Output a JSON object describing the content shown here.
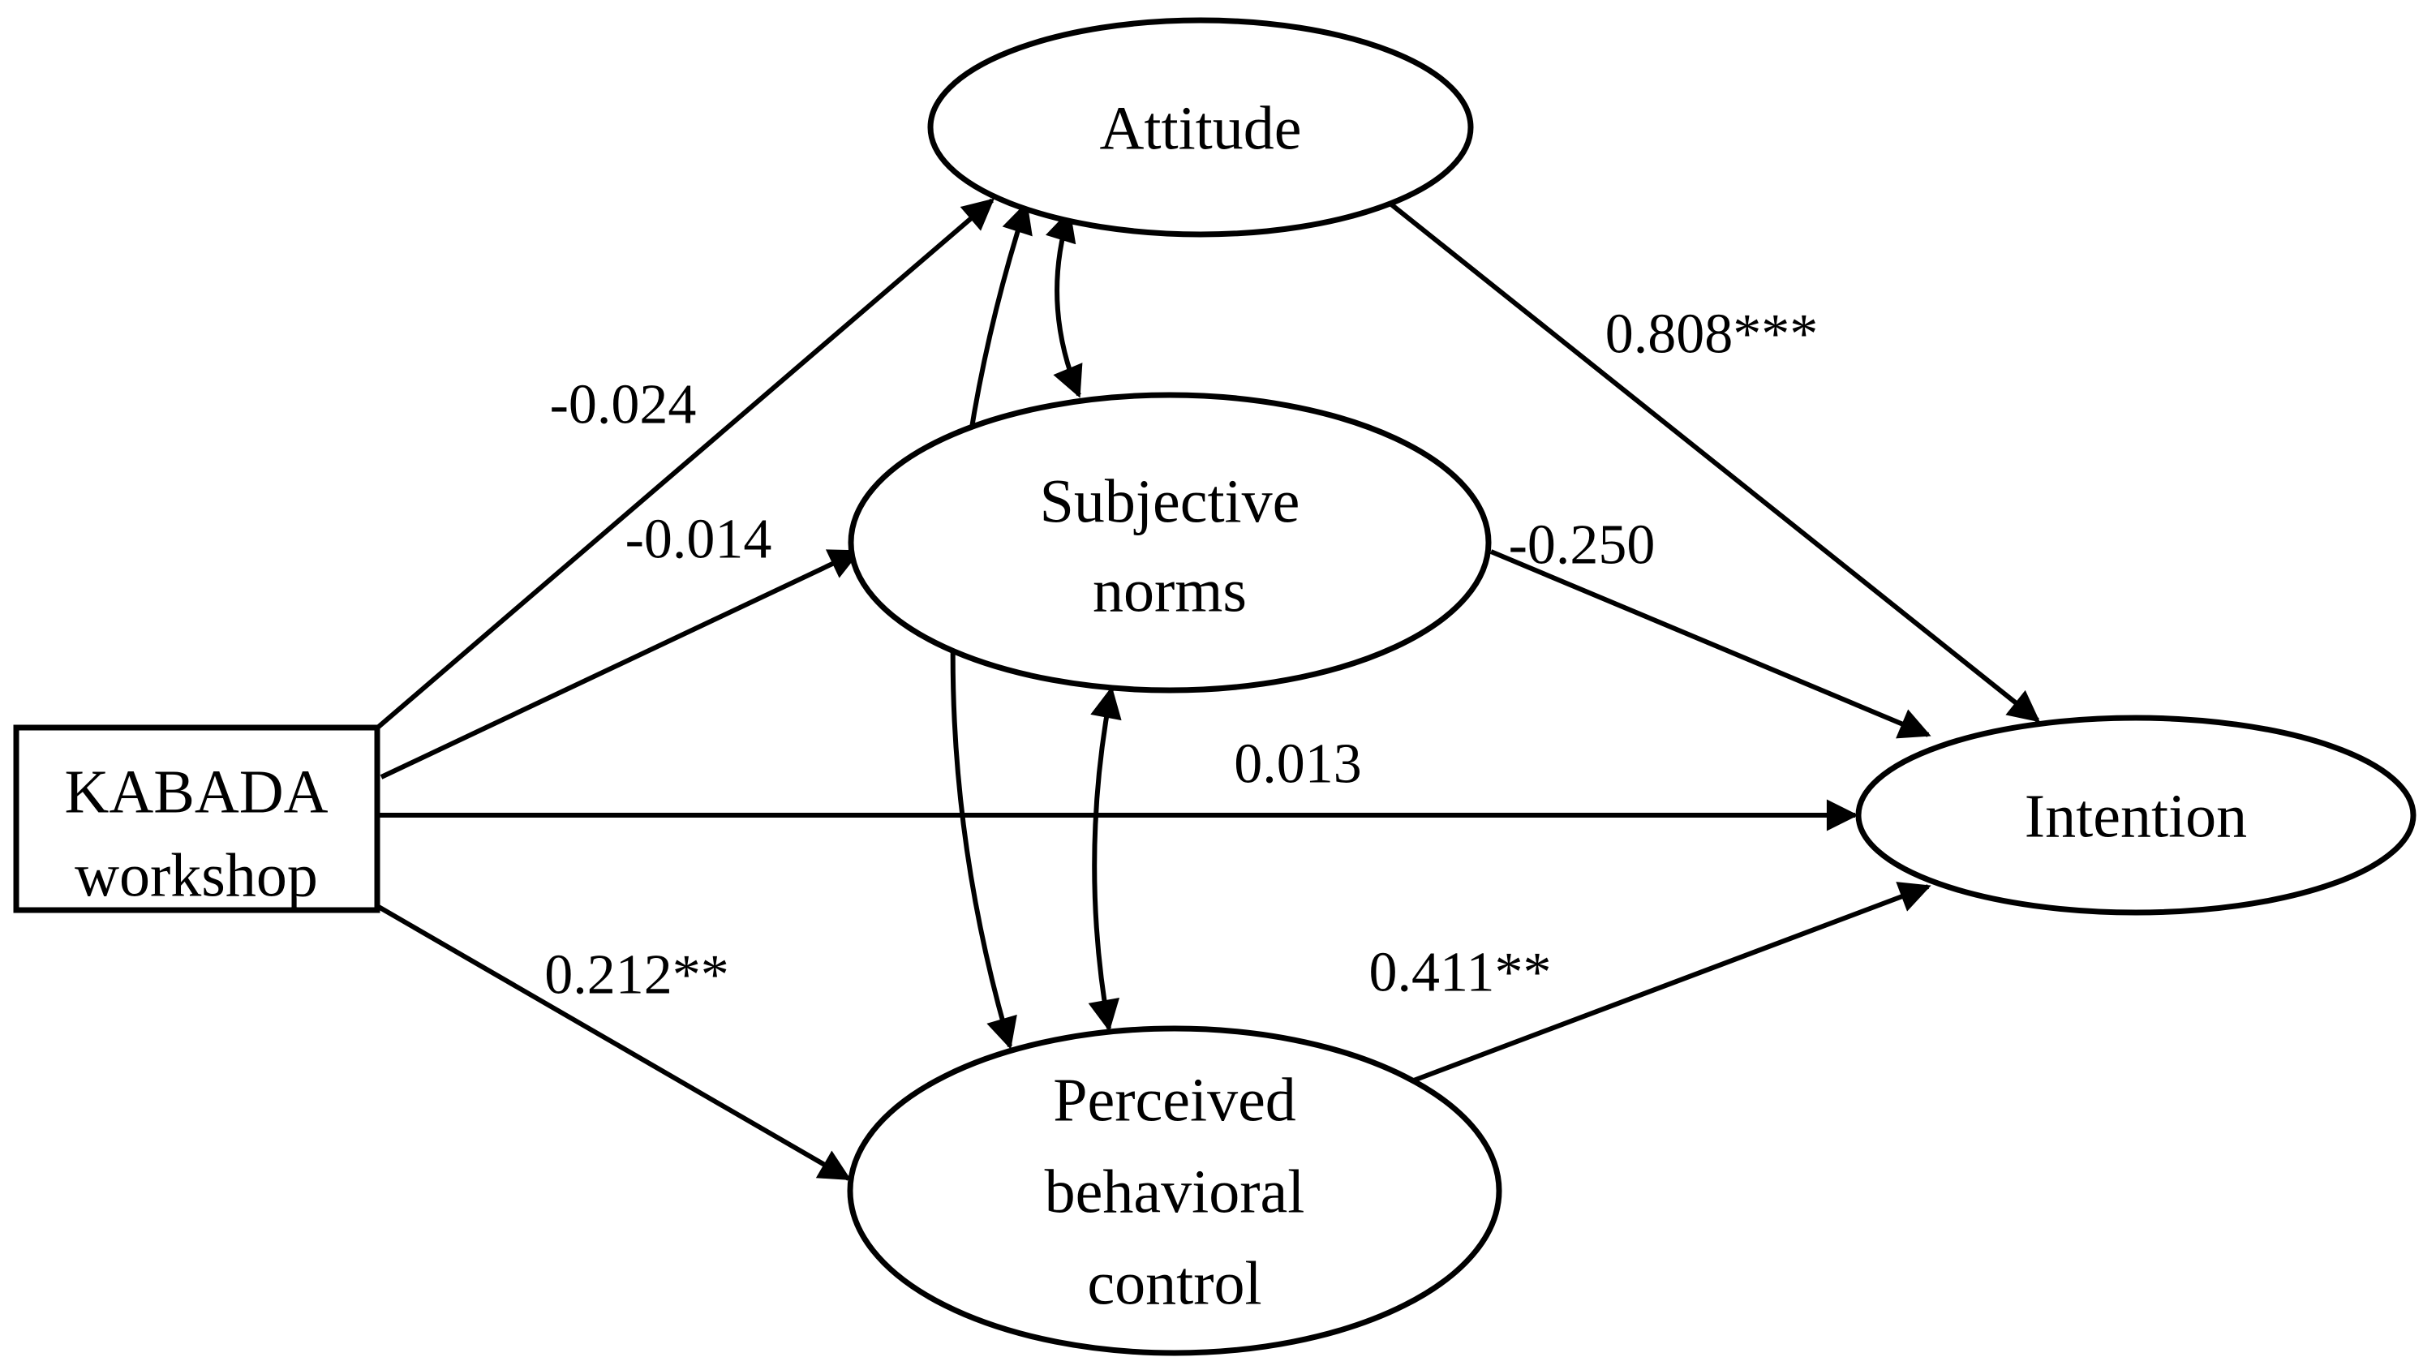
{
  "diagram": {
    "kind": "structural-path-model",
    "background_color": "#ffffff",
    "line_color": "#000000",
    "text_color": "#000000"
  },
  "nodes": {
    "kabada_workshop": {
      "shape": "rectangle",
      "label_lines": [
        "KABADA",
        "workshop"
      ]
    },
    "attitude": {
      "shape": "ellipse",
      "label": "Attitude"
    },
    "subjective_norms": {
      "shape": "ellipse",
      "label_lines": [
        "Subjective",
        "norms"
      ]
    },
    "perceived_behavioral_control": {
      "shape": "ellipse",
      "label_lines": [
        "Perceived",
        "behavioral",
        "control"
      ]
    },
    "intention": {
      "shape": "ellipse",
      "label": "Intention"
    }
  },
  "paths": [
    {
      "from": "KABADA workshop",
      "to": "Attitude",
      "coefficient": "-0.024"
    },
    {
      "from": "KABADA workshop",
      "to": "Subjective norms",
      "coefficient": "-0.014"
    },
    {
      "from": "KABADA workshop",
      "to": "Intention",
      "coefficient": "0.013"
    },
    {
      "from": "KABADA workshop",
      "to": "Perceived behavioral control",
      "coefficient": "0.212**"
    },
    {
      "from": "Attitude",
      "to": "Intention",
      "coefficient": "0.808***"
    },
    {
      "from": "Subjective norms",
      "to": "Intention",
      "coefficient": "-0.250"
    },
    {
      "from": "Perceived behavioral control",
      "to": "Intention",
      "coefficient": "0.411**"
    }
  ],
  "covariances": [
    {
      "between": [
        "Attitude",
        "Subjective norms"
      ],
      "style": "double-headed-curve"
    },
    {
      "between": [
        "Subjective norms",
        "Perceived behavioral control"
      ],
      "style": "double-headed-curve"
    },
    {
      "between": [
        "Attitude",
        "Perceived behavioral control"
      ],
      "style": "double-headed-curve"
    }
  ]
}
